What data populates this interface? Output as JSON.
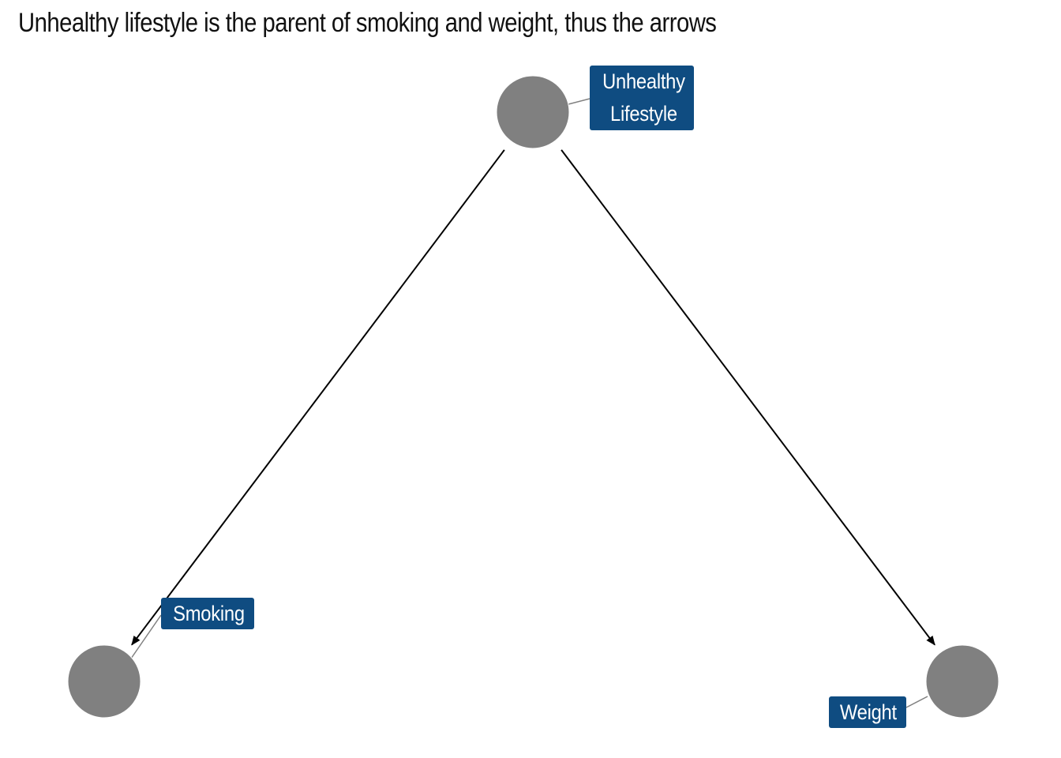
{
  "title": "Unhealthy lifestyle is the parent of smoking and weight, thus the arrows",
  "colors": {
    "node_fill": "#808080",
    "label_fill": "#0f4c81",
    "label_text": "#ffffff",
    "edge": "#000000",
    "leader": "#808080"
  },
  "nodes": [
    {
      "id": "unhealthy",
      "label": "Unhealthy\nLifestyle"
    },
    {
      "id": "smoking",
      "label": "Smoking"
    },
    {
      "id": "weight",
      "label": "Weight"
    }
  ],
  "edges": [
    {
      "from": "unhealthy",
      "to": "smoking"
    },
    {
      "from": "unhealthy",
      "to": "weight"
    }
  ]
}
